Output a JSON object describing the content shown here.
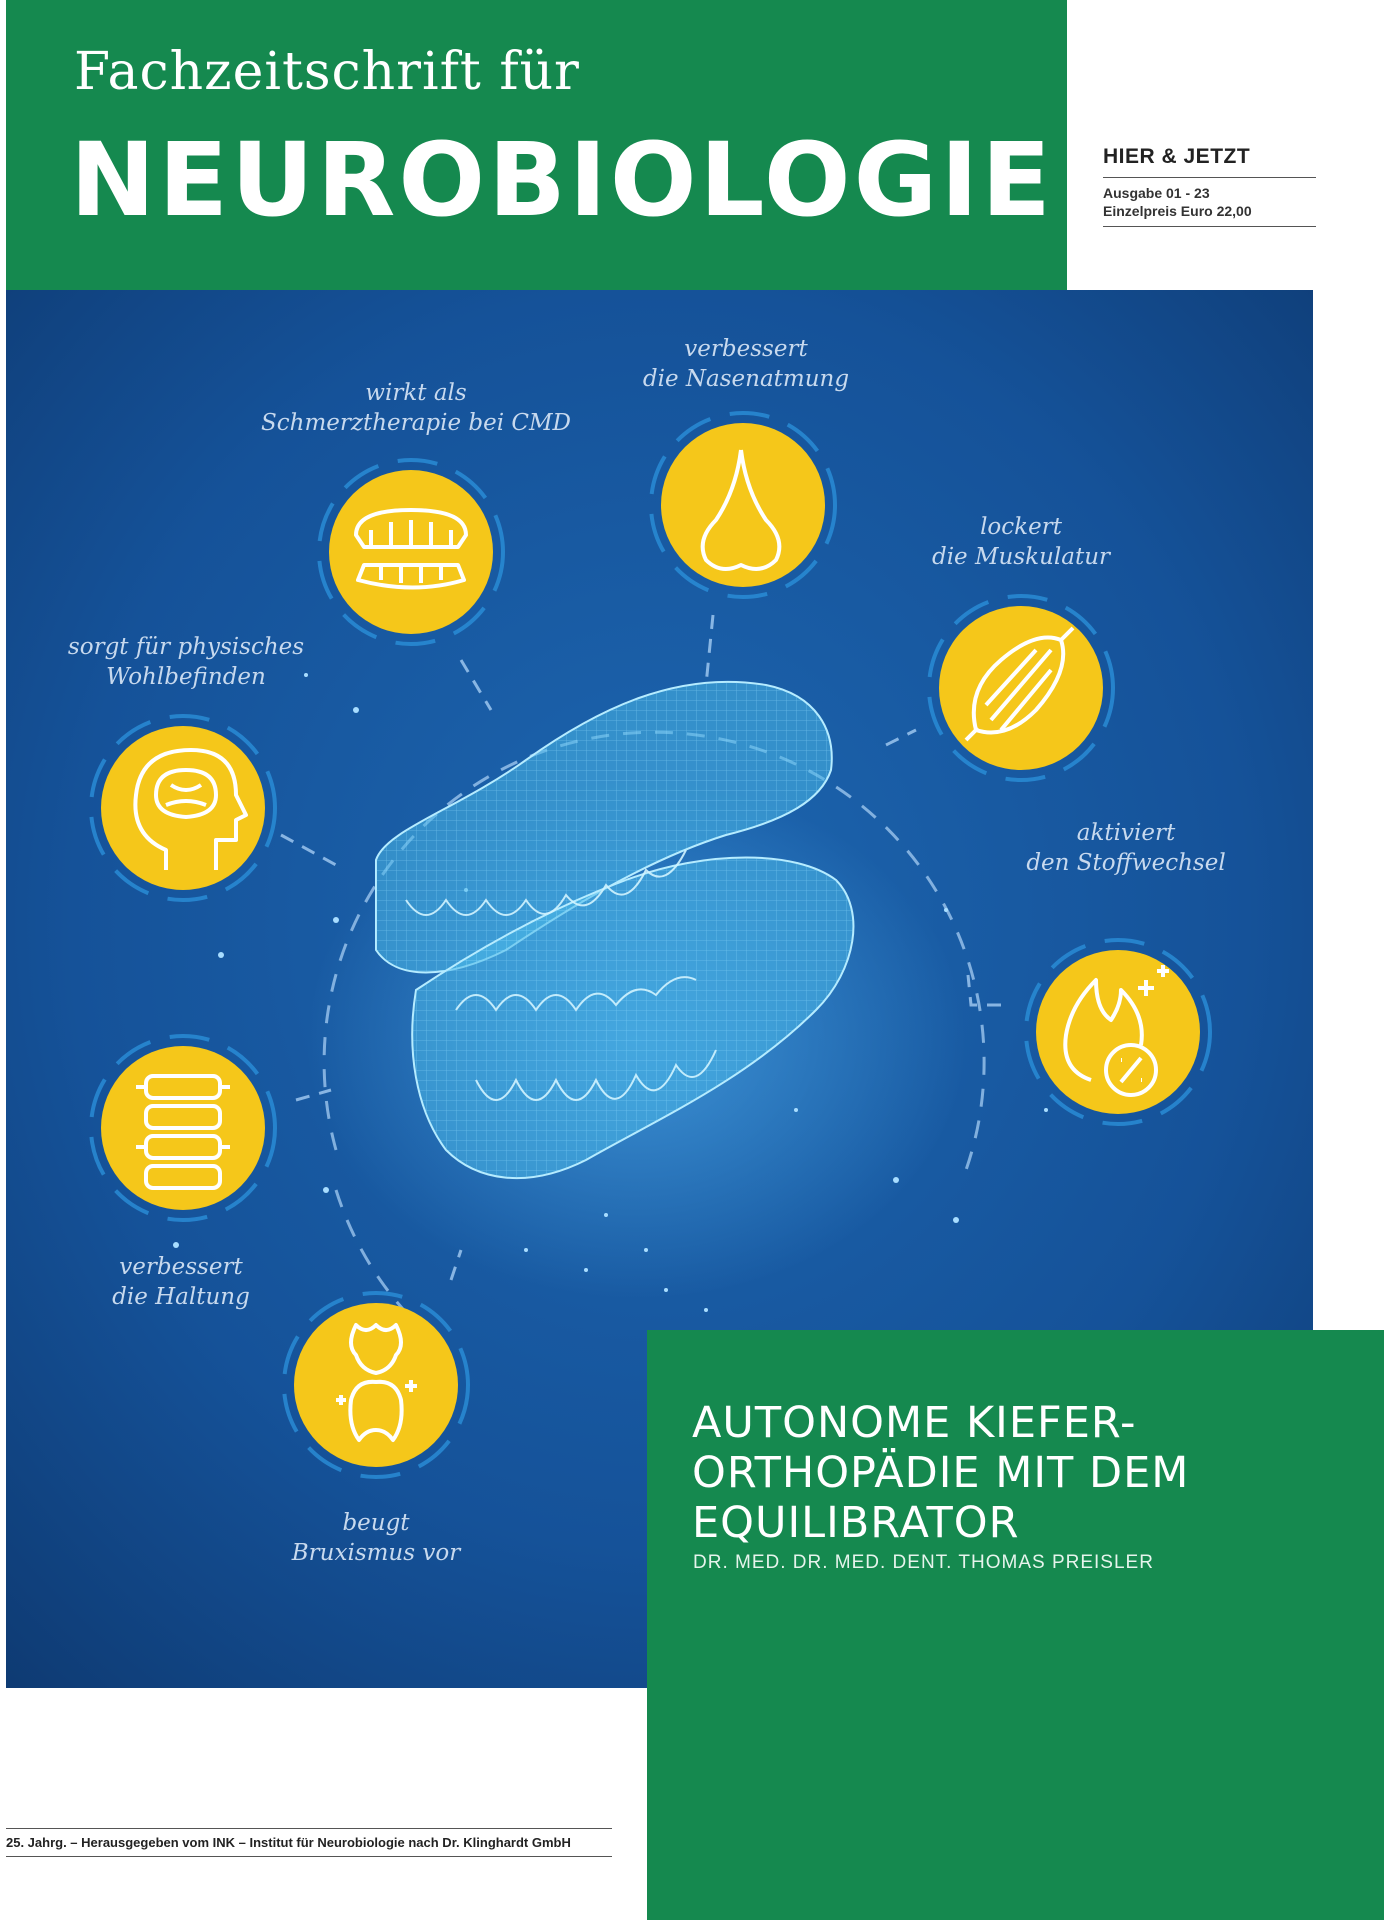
{
  "masthead": {
    "subtitle": "Fachzeitschrift für",
    "title": "NEUROBIOLOGIE",
    "color": "#15894f"
  },
  "issue": {
    "section": "HIER & JETZT",
    "edition": "Ausgabe 01 - 23",
    "price": "Einzelpreis Euro 22,00"
  },
  "hero": {
    "background": "#134f93",
    "icon_color": "#f5c71a",
    "labels": {
      "cmd_line1": "wirkt als",
      "cmd_line2": "Schmerztherapie bei CMD",
      "nose_line1": "verbessert",
      "nose_line2": "die Nasenatmung",
      "muscle_line1": "lockert",
      "muscle_line2": "die Muskulatur",
      "metabolism_line1": "aktiviert",
      "metabolism_line2": "den Stoffwechsel",
      "wellbeing_line1": "sorgt für physisches",
      "wellbeing_line2": "Wohlbefinden",
      "posture_line1": "verbessert",
      "posture_line2": "die Haltung",
      "bruxism_line1": "beugt",
      "bruxism_line2": "Bruxismus vor"
    },
    "icons": [
      "teeth-icon",
      "nose-icon",
      "muscle-icon",
      "metabolism-icon",
      "brain-head-icon",
      "spine-icon",
      "tooth-icon"
    ]
  },
  "feature": {
    "title_line1": "AUTONOME KIEFER-",
    "title_line2": "ORTHOPÄDIE MIT DEM",
    "title_line3": "EQUILIBRATOR",
    "author": "DR. MED. DR. MED. DENT. THOMAS PREISLER"
  },
  "footer": {
    "text": "25. Jahrg. – Herausgegeben vom INK – Institut für Neurobiologie nach Dr. Klinghardt GmbH"
  }
}
